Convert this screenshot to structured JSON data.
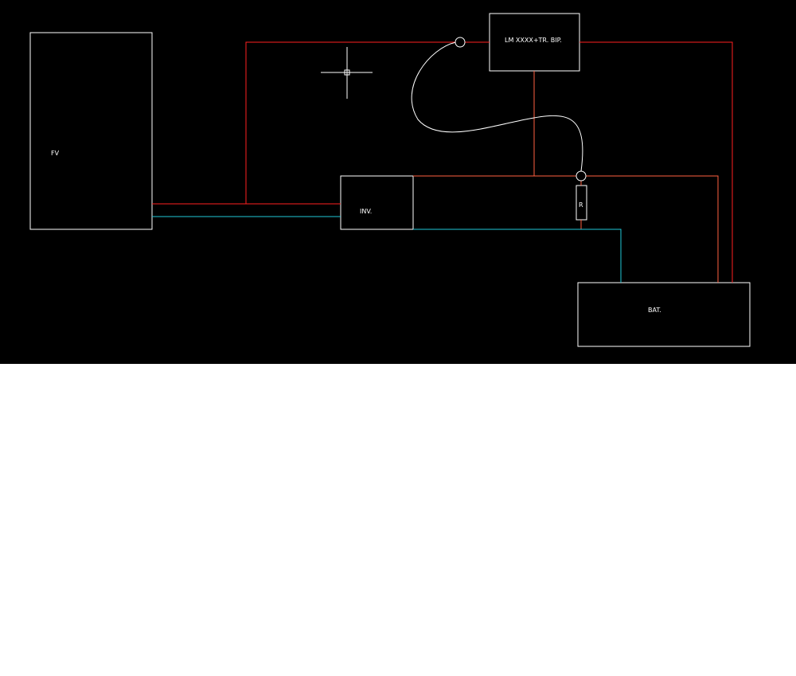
{
  "diagram": {
    "labels": {
      "fv": "FV",
      "inv": "INV.",
      "lm": "LM XXXX+TR. BIP.",
      "bat": "BAT.",
      "r": "R"
    },
    "colors": {
      "background": "#000000",
      "outline": "#ffffff",
      "positive_wire": "#ff2020",
      "negative_wire": "#20c8d8",
      "sense_wire": "#ff6040",
      "signal_wire": "#ffffff",
      "lower_area": "#ffffff"
    }
  }
}
